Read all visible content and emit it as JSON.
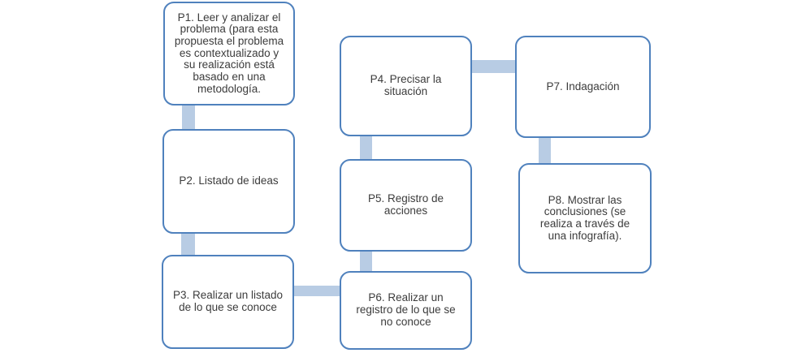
{
  "diagram": {
    "type": "process-flowchart",
    "colors": {
      "box_border": "#4f81bd",
      "box_fill": "#ffffff",
      "connector": "#b8cce4",
      "text": "#3c3c3c"
    },
    "boxes": [
      {
        "id": "p1",
        "label": "P1. Leer y analizar el\nproblema (para esta\npropuesta el problema\nes contextualizado y\nsu realización está\nbasado en una\nmetodología."
      },
      {
        "id": "p2",
        "label": "P2. Listado de ideas"
      },
      {
        "id": "p3",
        "label": "P3. Realizar un listado\nde lo que se conoce"
      },
      {
        "id": "p4",
        "label": "P4. Precisar la\nsituación"
      },
      {
        "id": "p5",
        "label": "P5. Registro de\nacciones"
      },
      {
        "id": "p6",
        "label": "P6. Realizar un\nregistro de lo que se\nno conoce"
      },
      {
        "id": "p7",
        "label": "P7. Indagación"
      },
      {
        "id": "p8",
        "label": "P8. Mostrar las\nconclusiones (se\nrealiza a través de\nuna infografía)."
      }
    ],
    "connections": [
      {
        "from": "p1",
        "to": "p2"
      },
      {
        "from": "p2",
        "to": "p3"
      },
      {
        "from": "p3",
        "to": "p6"
      },
      {
        "from": "p6",
        "to": "p5"
      },
      {
        "from": "p5",
        "to": "p4"
      },
      {
        "from": "p4",
        "to": "p7"
      },
      {
        "from": "p7",
        "to": "p8"
      }
    ]
  }
}
